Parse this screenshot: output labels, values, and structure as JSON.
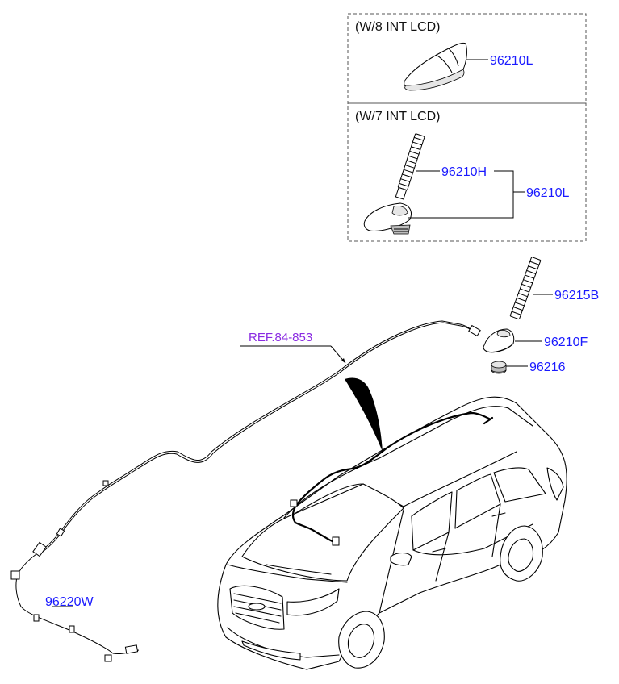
{
  "box_top": {
    "header": "(W/8 INT LCD)",
    "parts": [
      {
        "code": "96210L"
      }
    ]
  },
  "box_bottom": {
    "header": "(W/7 INT LCD)",
    "parts": [
      {
        "code": "96210H"
      },
      {
        "code": "96210L"
      }
    ]
  },
  "loose_parts": [
    {
      "code": "96215B"
    },
    {
      "code": "96210F"
    },
    {
      "code": "96216"
    },
    {
      "code": "96220W"
    }
  ],
  "reference": "REF.84-853",
  "colors": {
    "label": "#1a1aff",
    "reference": "#8a2be2",
    "line": "#000000"
  }
}
